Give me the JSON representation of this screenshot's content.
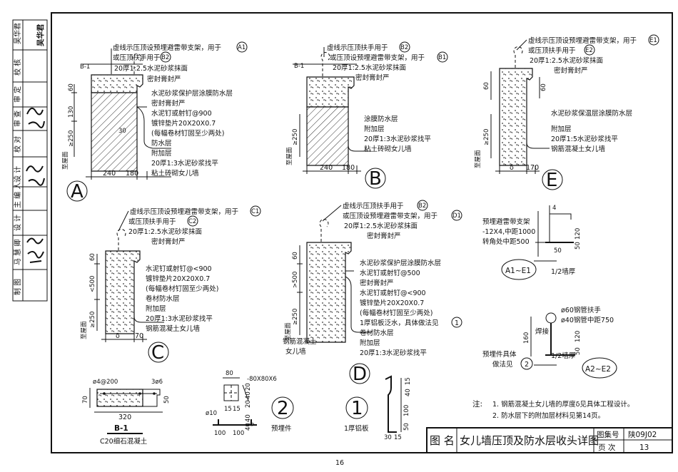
{
  "sidebar": {
    "rows": [
      "吴华君",
      "校 核",
      "审 定",
      "审 查",
      "校 对",
      "设 计",
      "主 编 人",
      "设 计",
      "马 慧 卿",
      "制 图"
    ],
    "signatures": [
      "吴华君",
      "审查签名",
      "主编签名",
      "马慧卿签名"
    ]
  },
  "detail_a": {
    "callouts": [
      "虚线示压顶设预埋避雷带支架，用于",
      "或压顶扶手用于",
      "20厚1:2.5水泥砂浆抹面",
      "密封膏封严",
      "水泥砂浆保护层涂膜防水层",
      "密封膏封严",
      "水泥钉或射钉@900",
      "镀锌垫片20X20X0.7",
      "(每幅卷材钉固至少两处)",
      "防水层",
      "附加层",
      "20厚1:3水泥砂浆找平",
      "粘土砖砌女儿墙"
    ],
    "ref1": "A1",
    "ref2": "B2",
    "tag": "B-1",
    "dims": [
      "60",
      "130",
      "≥250",
      "30"
    ],
    "level": "至屋面",
    "bottom_dims": [
      "240",
      "180"
    ],
    "label": "A"
  },
  "detail_b": {
    "callouts": [
      "虚线示压顶扶手用于",
      "或压顶设预埋避雷带支架，用于",
      "20厚1:2.5水泥砂浆抹面",
      "密封膏封严",
      "涂膜防水层",
      "附加层",
      "20厚1:3水泥砂浆找平",
      "粘土砖砌女儿墙"
    ],
    "ref1": "B2",
    "ref2": "B1",
    "tag": "B-1",
    "dims": [
      "≥250"
    ],
    "level": "至屋面",
    "bottom_dims": [
      "240",
      "180"
    ],
    "label": "B"
  },
  "detail_e": {
    "callouts": [
      "虚线示压顶设预埋避雷带支架，用于",
      "或压顶扶手用于",
      "20厚1:2.5水泥砂浆抹面",
      "密封膏封严",
      "水泥砂浆保温层涂膜防水层",
      "附加层",
      "20厚1:5水泥砂浆找平",
      "钢筋混凝土女儿墙"
    ],
    "ref1": "E1",
    "ref2": "E2",
    "dims": [
      "60",
      "60",
      "≥250"
    ],
    "level": "至屋面",
    "bottom_dims": [
      "δ",
      "170"
    ],
    "label": "E"
  },
  "detail_c": {
    "callouts": [
      "虚线示压顶设预埋避雷带支架，用于",
      "或压顶扶手用于",
      "20厚1:2.5水泥砂浆抹面",
      "密封膏封严",
      "水泥钉或射钉@<900",
      "镀锌垫片20X20X0.7",
      "(每幅卷材钉固至少两处)",
      "卷材防水层",
      "附加层",
      "20厚1:3水泥砂浆找平",
      "钢筋混凝土女儿墙"
    ],
    "ref1": "C1",
    "ref2": "C2",
    "dims": [
      "60",
      "<500",
      "≥250"
    ],
    "level": "至屋面",
    "bottom_dims": [
      "δ",
      "70"
    ],
    "label": "C"
  },
  "detail_d": {
    "callouts": [
      "虚线示压顶扶手用于",
      "或压顶设预埋避雷带支架，用于",
      "20厚1:2.5水泥砂浆抹面",
      "密封膏封严",
      "水泥砂浆保护层涂膜防水层",
      "水泥钉或射钉@500",
      "密封膏封严",
      "水泥钉或射钉@<900",
      "镀锌垫片20X20X0.7",
      "(每幅卷材钉固至少两处)",
      "1厚铝板泛水，具体做法见",
      "卷材防水层",
      "附加层",
      "20厚1:3水泥砂浆找平"
    ],
    "ref1": "B2",
    "ref2": "D1",
    "ref_note": "1",
    "dims": [
      "60",
      ">500",
      "≥250"
    ],
    "level": "至屋面",
    "side_note": [
      "钢筋混凝土",
      "女儿墙"
    ],
    "label": "D"
  },
  "detail_a1e1": {
    "callouts": [
      "预埋避雷带支架",
      "-12X4,中距1000",
      "转角处中距500"
    ],
    "dims": [
      "4",
      "120",
      "50",
      "50"
    ],
    "half_wall": "1/2墙厚",
    "label": "A1~E1"
  },
  "detail_a2e2": {
    "callouts": [
      "ø60钢管扶手",
      "ø40钢管中距750",
      "焊接",
      "预埋件具体",
      "做法见"
    ],
    "ref": "2",
    "dims": [
      "160",
      "120",
      "50"
    ],
    "half_wall": "1/2墙厚",
    "label": "A2~E2"
  },
  "section_b1": {
    "top_labels": [
      "ø4@200",
      "3ø6"
    ],
    "dims": [
      "70",
      "320",
      "50"
    ],
    "tag": "B-1",
    "material": "C20细石混凝土"
  },
  "part_2": {
    "callouts": [
      "-80X80X6"
    ],
    "dims": [
      "80",
      "20",
      "40",
      "20",
      "40",
      "15",
      "15",
      "40",
      "6",
      "100",
      "100"
    ],
    "rebar": "ø10",
    "number": "2",
    "caption": "预埋件"
  },
  "part_1": {
    "number": "1",
    "caption": "1厚铝板",
    "dims": [
      "15",
      "40",
      "100",
      "50",
      "30",
      "15"
    ]
  },
  "notes": {
    "prefix": "注:",
    "lines": [
      "1. 钢筋混凝土女儿墙的厚度δ见具体工程设计。",
      "2. 防水层下的附加层材料见第14页。"
    ]
  },
  "title_block": {
    "name_label": "图 名",
    "title": "女儿墙压顶及防水层收头详图",
    "atlas_label": "图集号",
    "atlas_no": "陕09J02",
    "page_label": "页 次",
    "page_no": "13"
  },
  "page_number": "16"
}
